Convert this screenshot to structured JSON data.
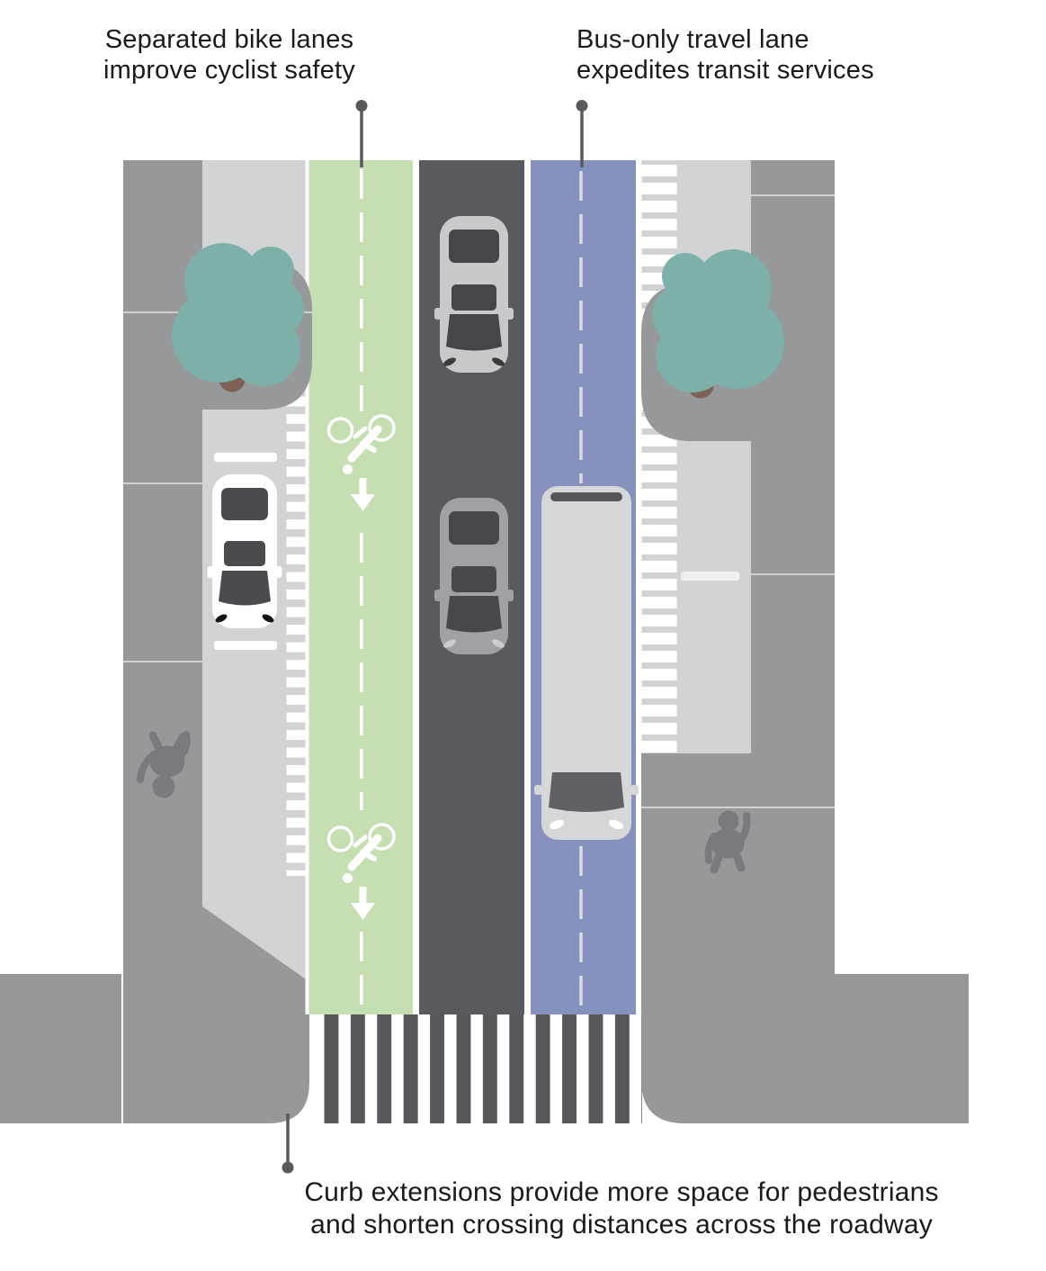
{
  "diagram": {
    "title": "Complete street redesign, top-down diagram",
    "annotations": {
      "bike_lane": {
        "line1": "Separated bike lanes",
        "line2": "improve cyclist safety"
      },
      "bus_lane": {
        "line1": "Bus-only travel lane",
        "line2": "expedites transit services"
      },
      "curb_extensions": {
        "line1": "Curb extensions provide more space for pedestrians",
        "line2": "and shorten crossing distances across the roadway"
      }
    },
    "counts": {
      "trees": 2,
      "pedestrians": 2,
      "cars": 3,
      "buses": 1,
      "bike_symbols": 2
    },
    "colors": {
      "bike_lane_green": "#c5dfb3",
      "bus_lane_blue": "#8791bd",
      "roadway_dark_gray": "#595a5d",
      "sidewalk_gray": "#97989a",
      "parking_light_gray": "#d2d3d5",
      "tree_teal": "#7db1a8",
      "tree_trunk_brown": "#7b6157",
      "pointer_gray": "#58595c",
      "lane_marking_white": "#ffffff"
    }
  }
}
